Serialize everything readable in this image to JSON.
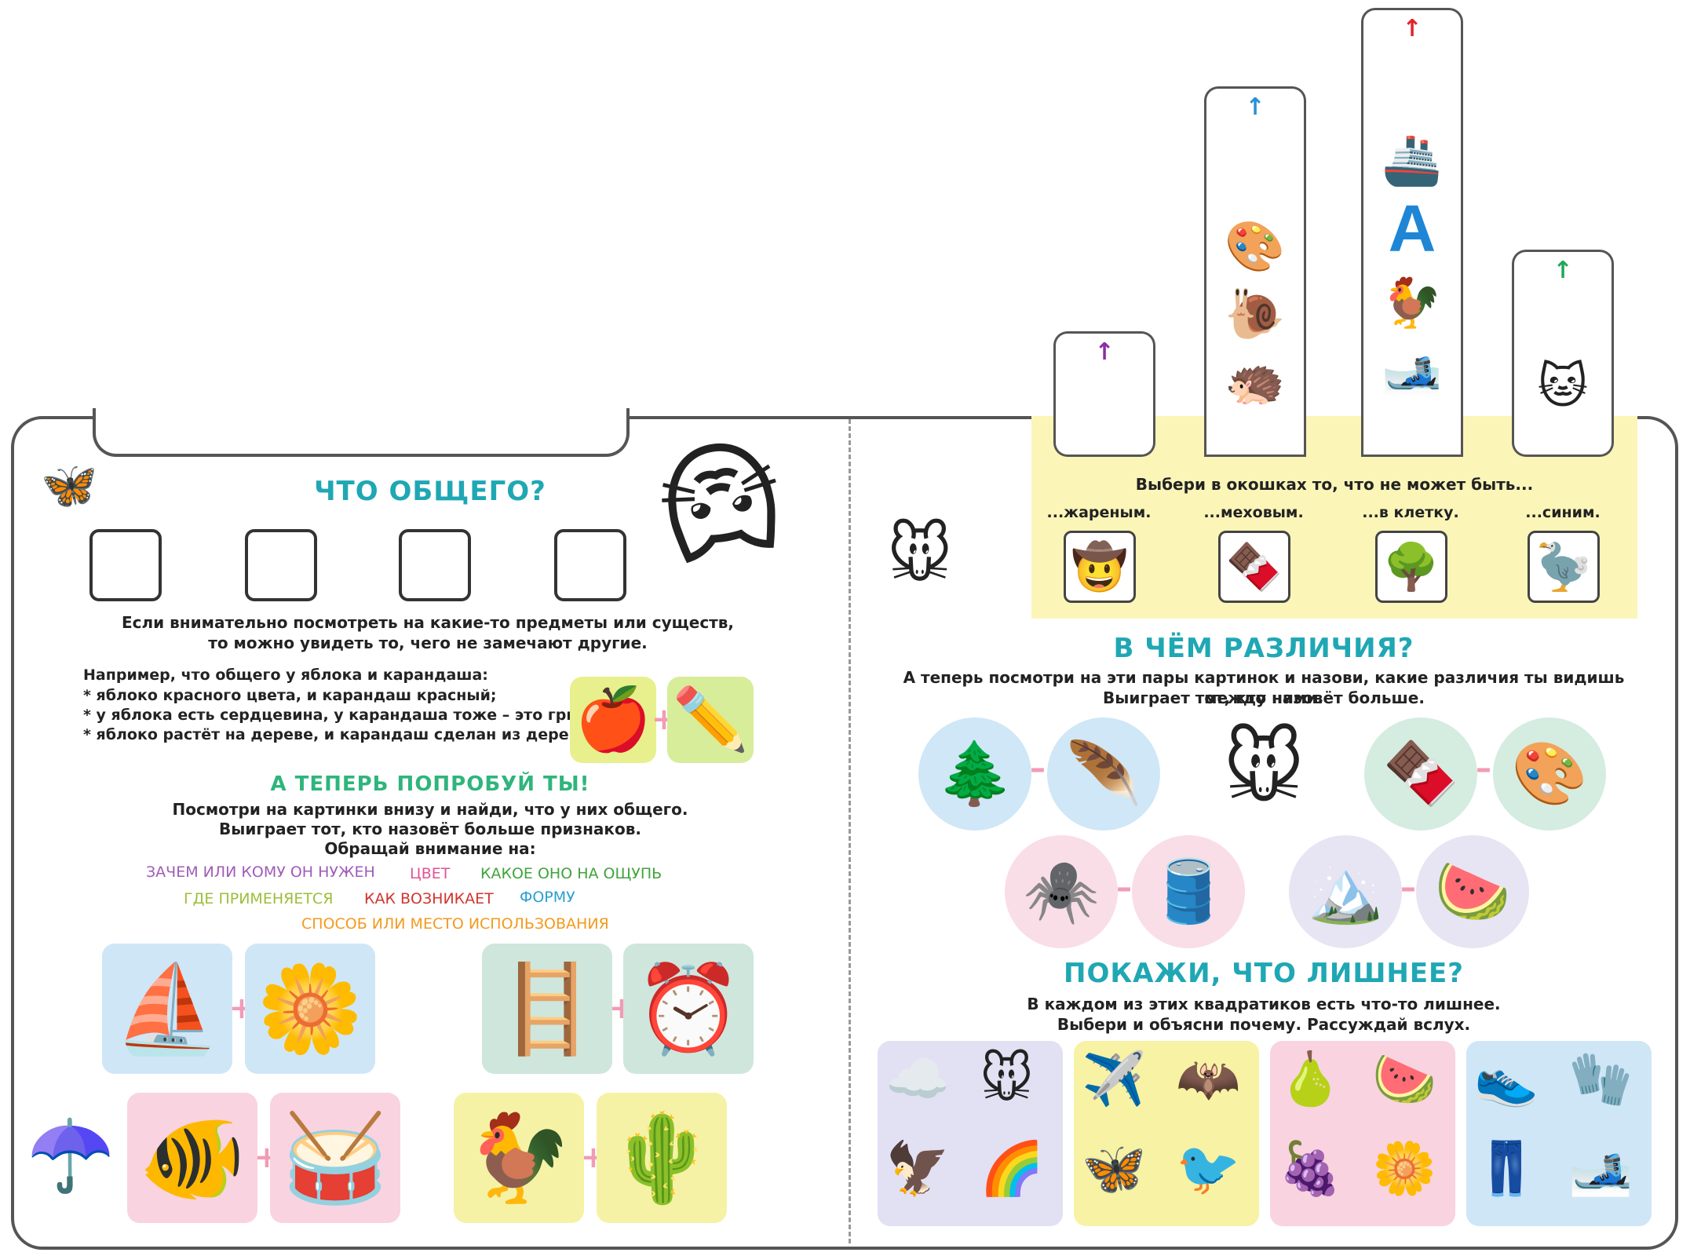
{
  "left": {
    "title": "ЧТО ОБЩЕГО?",
    "intro": [
      "Если внимательно посмотреть на какие-то предметы или существ,",
      "то можно увидеть то, чего не замечают другие."
    ],
    "example_head": "Например, что общего у яблока и карандаша:",
    "example_items": [
      "* яблоко красного цвета, и карандаш красный;",
      "* у яблока есть сердцевина, у карандаша тоже – это грифель;",
      "* яблоко растёт на дереве, и карандаш сделан из дерева."
    ],
    "try_title": "А ТЕПЕРЬ ПОПРОБУЙ ТЫ!",
    "try_text": [
      "Посмотри на картинки внизу и найди, что у них общего.",
      "Выиграет тот, кто назовёт больше признаков.",
      "Обращай внимание на:"
    ],
    "keywords": {
      "purpose": "ЗАЧЕМ ИЛИ КОМУ ОН НУЖЕН",
      "color": "ЦВЕТ",
      "touch": "КАКОЕ ОНО НА ОЩУПЬ",
      "where": "ГДЕ ПРИМЕНЯЕТСЯ",
      "origin": "КАК ВОЗНИКАЕТ",
      "shape": "ФОРМУ",
      "usage": "СПОСОБ ИЛИ МЕСТО ИСПОЛЬЗОВАНИЯ"
    },
    "keyword_colors": {
      "purpose": "#a05bb8",
      "color": "#e05596",
      "touch": "#3fa43b",
      "where": "#9dbe3a",
      "origin": "#d0352e",
      "shape": "#2aa0cf",
      "usage": "#f29a1d"
    },
    "icons": {
      "apple": "🍎",
      "pencil": "✏️",
      "ship": "⛵",
      "dandelion": "🌼",
      "ladder": "🪜",
      "clock": "⏰",
      "aquarium": "🐠",
      "drum": "🥁",
      "rooster": "🐓",
      "cactus": "🌵",
      "butterfly": "🦋",
      "cat": "🐱",
      "umbrella": "☂️"
    }
  },
  "strips": {
    "arrow": "↑",
    "strip1": {
      "arrow_color": "#8a2fa3",
      "items": []
    },
    "strip2": {
      "arrow_color": "#2a8fd8",
      "items": [
        "🎨",
        "🐌",
        "🦔"
      ]
    },
    "strip3": {
      "arrow_color": "#e0242c",
      "items": [
        "🚢",
        "А",
        "🐓",
        "🎿"
      ]
    },
    "strip4": {
      "arrow_color": "#1fa85a",
      "items": [
        "🐱"
      ]
    }
  },
  "right": {
    "panel_title": "Выбери в окошках то, что не может быть...",
    "windows": [
      {
        "label": "...жареным.",
        "icon": "🤠"
      },
      {
        "label": "...меховым.",
        "icon": "🍫"
      },
      {
        "label": "...в клетку.",
        "icon": "🌳"
      },
      {
        "label": "...синим.",
        "icon": "🦤"
      }
    ],
    "diff_title": "В ЧЁМ РАЗЛИЧИЯ?",
    "diff_text": [
      "А теперь посмотри на эти пары картинок и назови, какие различия ты видишь между ними.",
      "Выиграет тот, кто назовёт больше."
    ],
    "pairs_icons": [
      "🌲",
      "🪶",
      "🐭",
      "🍫",
      "🎨",
      "🕷️",
      "🛢️",
      "🏔️",
      "🍉"
    ],
    "odd_title": "ПОКАЖИ, ЧТО ЛИШНЕЕ?",
    "odd_text": [
      "В каждом из этих квадратиков есть что-то лишнее.",
      "Выбери и объясни почему. Рассуждай вслух."
    ],
    "squares": [
      [
        "☁️",
        "🐭",
        "🦅",
        "🌈"
      ],
      [
        "✈️",
        "🦇",
        "🦋",
        "🐦"
      ],
      [
        "🍐",
        "🍉",
        "🍇",
        "🌼"
      ],
      [
        "👟",
        "🧤",
        "👖",
        "🎿"
      ]
    ],
    "mouse_pencil": "🐭"
  }
}
